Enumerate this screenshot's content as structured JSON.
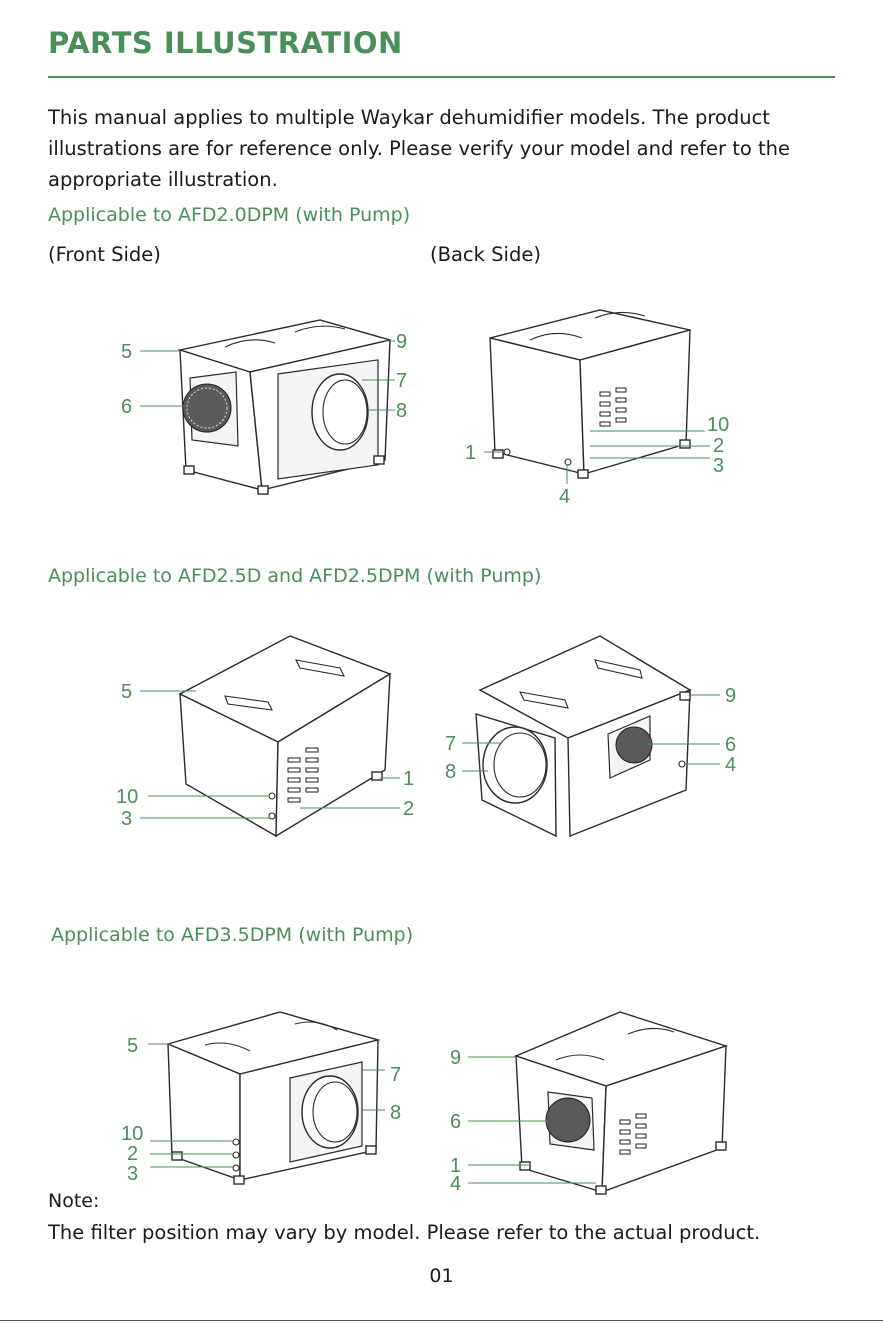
{
  "page": {
    "title": "PARTS ILLUSTRATION",
    "intro": "This manual applies to multiple Waykar dehumidifier models. The product illustrations are for reference only. Please verify your model and refer to the appropriate illustration.",
    "sections": [
      {
        "heading": "Applicable to AFD2.0DPM (with Pump)",
        "front_label": "(Front Side)",
        "back_label": "(Back Side)",
        "callouts_left": [
          "5",
          "6",
          "9",
          "7",
          "8"
        ],
        "callouts_right": [
          "10",
          "2",
          "3",
          "1",
          "4"
        ]
      },
      {
        "heading": "Applicable to AFD2.5D and AFD2.5DPM (with Pump)",
        "callouts_left": [
          "5",
          "10",
          "3",
          "1",
          "2"
        ],
        "callouts_right": [
          "9",
          "7",
          "8",
          "6",
          "4"
        ]
      },
      {
        "heading": "Applicable to AFD3.5DPM (with Pump)",
        "callouts_left": [
          "5",
          "10",
          "2",
          "3",
          "7",
          "8"
        ],
        "callouts_right": [
          "9",
          "6",
          "1",
          "4"
        ]
      }
    ],
    "note_label": "Note:",
    "note_text": "The filter position may vary by model. Please refer to the actual product.",
    "page_number": "01"
  },
  "colors": {
    "accent": "#4a8f5a",
    "text": "#1a1a1a"
  }
}
